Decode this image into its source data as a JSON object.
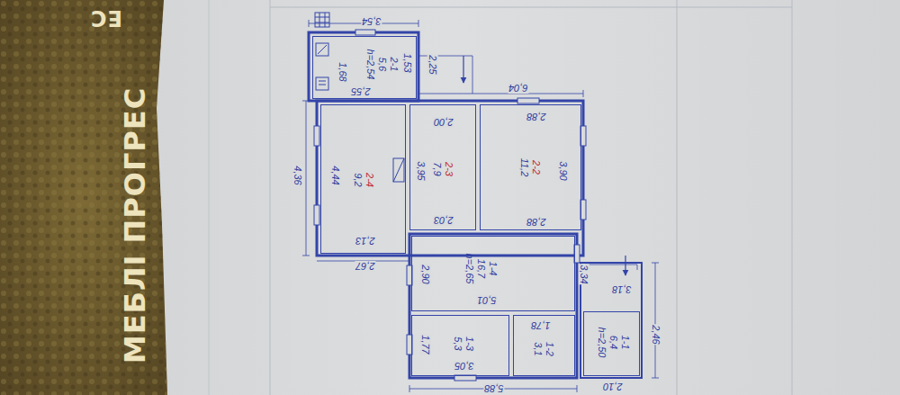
{
  "diagram": {
    "nodes": [
      {
        "text": [
          "2-1",
          "5,6",
          "h=2,54"
        ]
      },
      {
        "text": [
          "2-4",
          "9,2"
        ]
      },
      {
        "text": [
          "2-3",
          "7,9"
        ]
      },
      {
        "text": [
          "2-2",
          "11,2"
        ]
      },
      {
        "text": [
          "1-4",
          "16,7",
          "h=2,65"
        ]
      },
      {
        "text": [
          "1-3",
          "5,3"
        ]
      },
      {
        "text": [
          "1-2",
          "3,1"
        ]
      },
      {
        "text": [
          "1-1",
          "6,4",
          "h=2,50"
        ]
      }
    ],
    "labels": [
      "МЕБЛІ ПРОГРЕС",
      "ЕС",
      "3,54",
      "1,53",
      "2,25",
      "1,68",
      "2,55",
      "6,04",
      "2,00",
      "2,88",
      "4,44",
      "4,36",
      "3,95",
      "3,90",
      "2,13",
      "2,03",
      "2,88",
      "2,67",
      "2,90",
      "3,34",
      "5,01",
      "1,78",
      "1,77",
      "3,05",
      "5,88",
      "3,18",
      "2,46",
      "2,10"
    ]
  }
}
